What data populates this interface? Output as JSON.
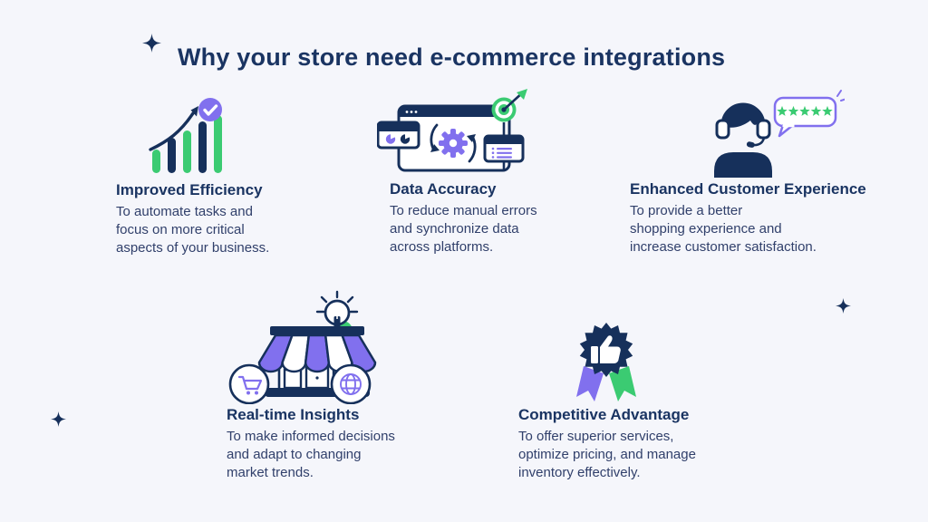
{
  "page": {
    "background": "#f5f6fb"
  },
  "colors": {
    "navy": "#16305b",
    "green": "#3bcb72",
    "purple": "#8170ee",
    "heading_text": "#1a3462",
    "body_text": "#31406b"
  },
  "title": {
    "text": "Why your store need e-commerce integrations",
    "sparkle_icon": "four-point-star"
  },
  "decor": {
    "sparkles": [
      "navy-four-point-star-right",
      "navy-four-point-star-left"
    ]
  },
  "cards": [
    {
      "icon": "growth-bar-chart-check-icon",
      "heading": "Improved Efficiency",
      "lines": [
        "To automate tasks and",
        "focus on more critical",
        "aspects of your business."
      ]
    },
    {
      "icon": "browser-sync-gear-target-icon",
      "heading": "Data Accuracy",
      "lines": [
        "To reduce manual errors",
        "and synchronize data",
        "across platforms."
      ]
    },
    {
      "icon": "support-agent-five-star-review-icon",
      "heading": "Enhanced Customer Experience",
      "lines": [
        "To provide a better",
        "shopping experience and",
        "increase customer satisfaction."
      ]
    },
    {
      "icon": "storefront-lightbulb-cart-globe-icon",
      "heading": "Real-time Insights",
      "lines": [
        "To make informed decisions",
        "and adapt to changing",
        "market trends."
      ]
    },
    {
      "icon": "award-badge-thumbs-up-icon",
      "heading": "Competitive Advantage",
      "lines": [
        "To offer superior services,",
        "optimize pricing, and manage",
        "inventory effectively."
      ]
    }
  ]
}
